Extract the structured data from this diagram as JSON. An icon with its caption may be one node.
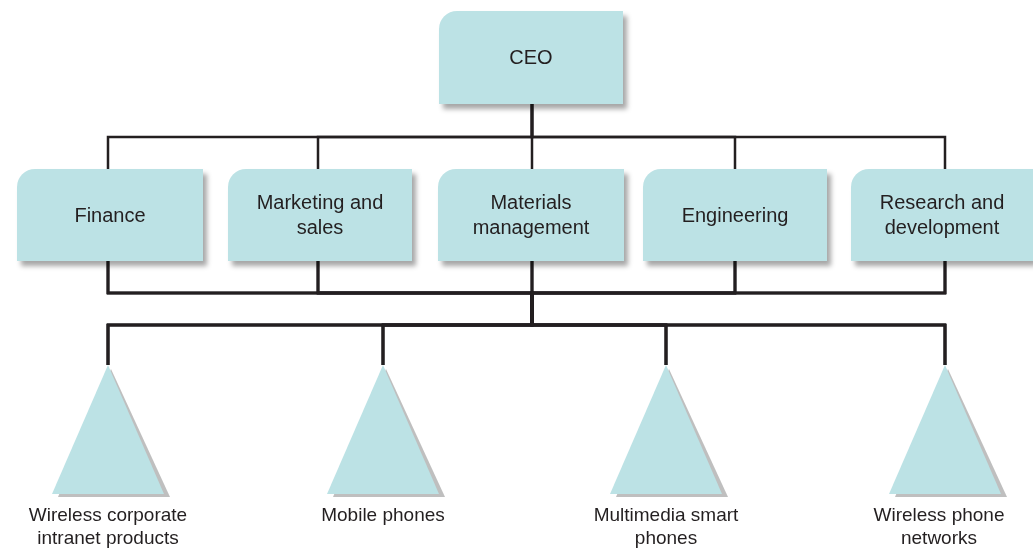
{
  "diagram": {
    "nodes": [
      {
        "text": [
          "CEO"
        ]
      },
      {
        "text": [
          "Finance"
        ]
      },
      {
        "text": [
          "Marketing and sales"
        ]
      },
      {
        "text": [
          "Materials management"
        ]
      },
      {
        "text": [
          "Engineering"
        ]
      },
      {
        "text": [
          "Research and development"
        ]
      },
      {
        "text": [
          "Wireless corporate intranet products"
        ]
      },
      {
        "text": [
          "Mobile phones"
        ]
      },
      {
        "text": [
          "Multimedia smart phones"
        ]
      },
      {
        "text": [
          "Wireless phone networks"
        ]
      }
    ],
    "edges": [
      {
        "from": 0,
        "to": 1,
        "arrow": "none"
      },
      {
        "from": 0,
        "to": 2,
        "arrow": "none"
      },
      {
        "from": 0,
        "to": 3,
        "arrow": "none"
      },
      {
        "from": 0,
        "to": 4,
        "arrow": "none"
      },
      {
        "from": 0,
        "to": 5,
        "arrow": "none"
      },
      {
        "from": 1,
        "to": 6,
        "arrow": "none"
      },
      {
        "from": 1,
        "to": 7,
        "arrow": "none"
      },
      {
        "from": 1,
        "to": 8,
        "arrow": "none"
      },
      {
        "from": 1,
        "to": 9,
        "arrow": "none"
      },
      {
        "from": 2,
        "to": 6,
        "arrow": "none"
      },
      {
        "from": 2,
        "to": 7,
        "arrow": "none"
      },
      {
        "from": 2,
        "to": 8,
        "arrow": "none"
      },
      {
        "from": 2,
        "to": 9,
        "arrow": "none"
      },
      {
        "from": 3,
        "to": 6,
        "arrow": "none"
      },
      {
        "from": 3,
        "to": 7,
        "arrow": "none"
      },
      {
        "from": 3,
        "to": 8,
        "arrow": "none"
      },
      {
        "from": 3,
        "to": 9,
        "arrow": "none"
      },
      {
        "from": 4,
        "to": 6,
        "arrow": "none"
      },
      {
        "from": 4,
        "to": 7,
        "arrow": "none"
      },
      {
        "from": 4,
        "to": 8,
        "arrow": "none"
      },
      {
        "from": 4,
        "to": 9,
        "arrow": "none"
      },
      {
        "from": 5,
        "to": 6,
        "arrow": "none"
      },
      {
        "from": 5,
        "to": 7,
        "arrow": "none"
      },
      {
        "from": 5,
        "to": 8,
        "arrow": "none"
      },
      {
        "from": 5,
        "to": 9,
        "arrow": "none"
      }
    ]
  }
}
